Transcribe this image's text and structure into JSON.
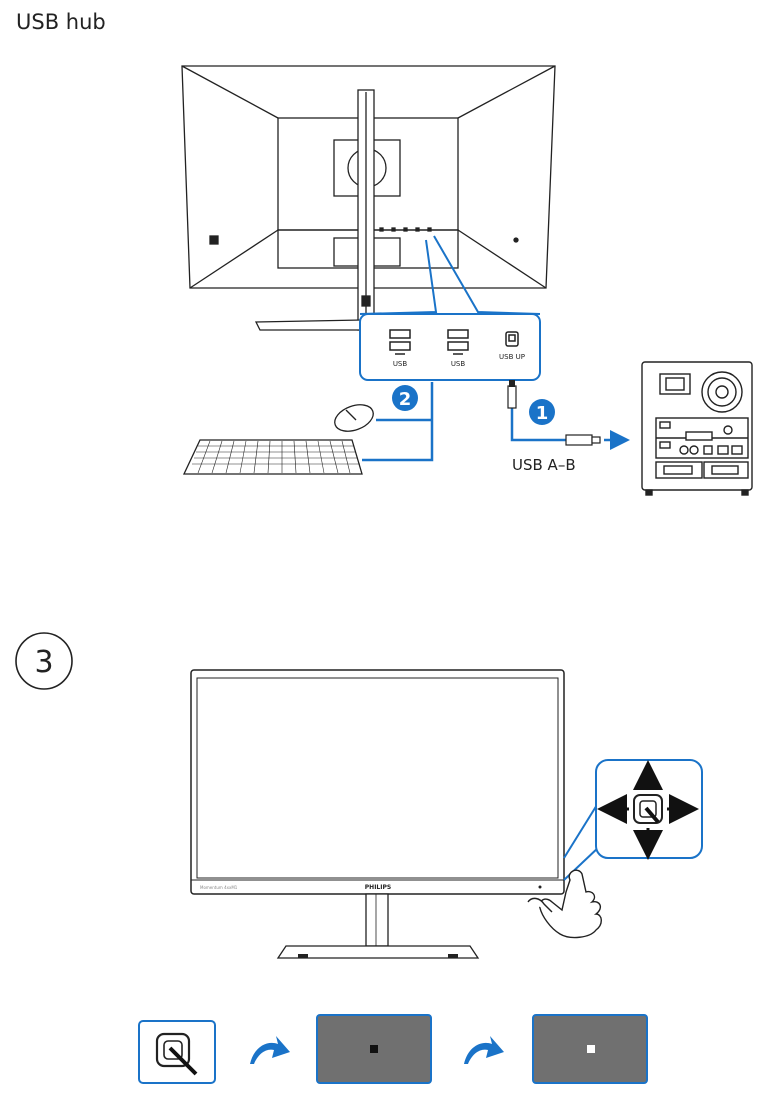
{
  "page": {
    "title": "USB hub"
  },
  "hub_panel": {
    "port1_label": "USB",
    "port2_label": "USB",
    "port3_label": "USB UP"
  },
  "cable": {
    "label": "USB A–B"
  },
  "steps": {
    "step1": "1",
    "step2": "2",
    "step3": "3"
  },
  "monitor": {
    "brand": "PHILIPS",
    "model": "Momentum 4xxM1"
  },
  "colors": {
    "accent": "#1a73c8",
    "panel_border": "#1a73c8",
    "line": "#222222",
    "osd_gray": "#707070"
  }
}
